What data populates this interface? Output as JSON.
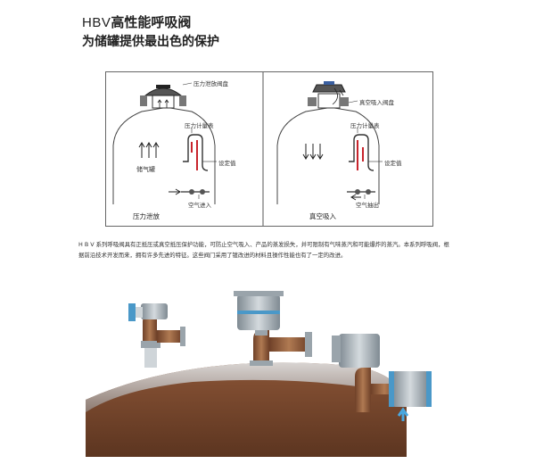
{
  "header": {
    "title_prefix": "HBV",
    "title_rest": "高性能呼吸阀",
    "subtitle": "为储罐提供最出色的保护"
  },
  "diagram": {
    "left": {
      "valve_label": "压力泄放阀盘",
      "gauge_label": "压力计量表",
      "setting_label": "设定值",
      "tank_label": "储气罐",
      "flow_label": "空气进入",
      "caption": "压力泄放"
    },
    "right": {
      "valve_label": "真空吸入阀盘",
      "gauge_label": "压力计量表",
      "setting_label": "设定值",
      "flow_label": "空气抽出",
      "caption": "真空吸入"
    }
  },
  "description": "H B V 系列呼吸阀具有正抵压或真空抵压保护功能，可防止空气吸入、产品的蒸发损失，并可限制有气味蒸汽和可能爆炸的蒸汽。本系列呼吸阀，根据前沿技术开发而来，拥有许多先进的特征。这些阀门采用了镀改进的材料且操作性能也有了一定的改进。",
  "colors": {
    "tank_brown": "#7a4a2c",
    "tank_dome": "#b8b2ae",
    "valve_grey": "#9aa4ab",
    "flange_blue": "#4a98c8",
    "flow_arrow": "#4aa8e0",
    "gauge_red": "#c8242c"
  }
}
